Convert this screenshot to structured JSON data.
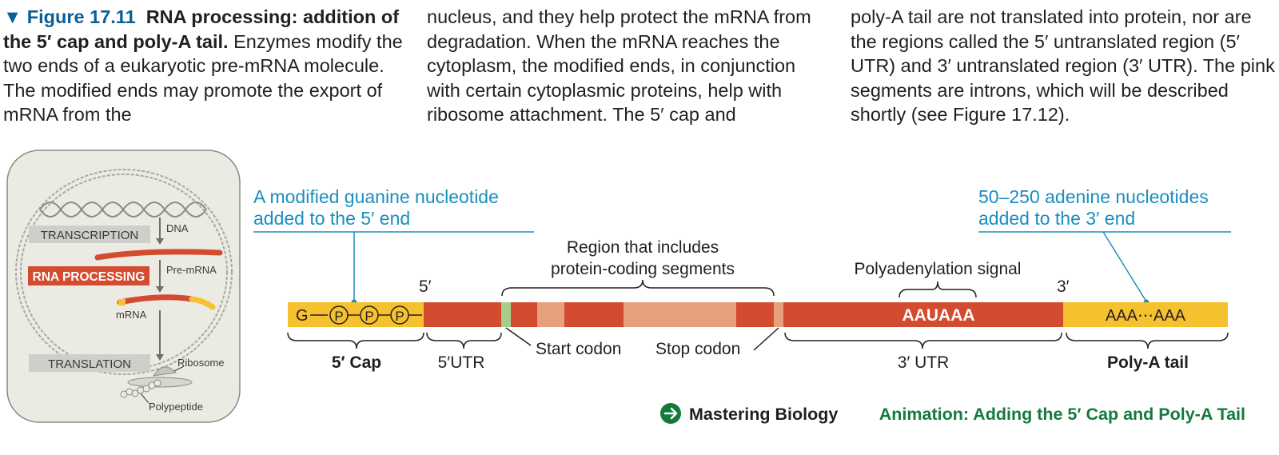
{
  "caption": {
    "figure_label": "▼ Figure 17.11",
    "title": "RNA processing: addition of the 5′ cap and poly-A tail.",
    "col1_rest": "Enzymes modify the two ends of a eukaryotic pre-mRNA molecule. The modified ends may promote the export of mRNA from the",
    "col2": "nucleus, and they help protect the mRNA from degradation. When the mRNA reaches the cytoplasm, the modified ends, in conjunction with certain cytoplasmic proteins, help with ribosome attachment. The 5′ cap and",
    "col3": "poly-A tail are not translated into protein, nor are the regions called the 5′ untranslated region (5′ UTR) and 3′ untranslated region (3′ UTR). The pink segments are introns, which will be described shortly (see Figure 17.12)."
  },
  "cell": {
    "transcription": "TRANSCRIPTION",
    "dna": "DNA",
    "pre_mrna": "Pre-mRNA",
    "rna_processing": "RNA PROCESSING",
    "mrna": "mRNA",
    "translation": "TRANSLATION",
    "ribosome": "Ribosome",
    "polypeptide": "Polypeptide"
  },
  "callouts": {
    "guanine_l1": "A modified guanine nucleotide",
    "guanine_l2": "added to the 5′ end",
    "adenine_l1": "50–250 adenine nucleotides",
    "adenine_l2": "added to the 3′ end"
  },
  "mrna_strand": {
    "g": "G",
    "p1": "P",
    "p2": "P",
    "p3": "P",
    "five_prime": "5′",
    "three_prime": "3′",
    "aauaaa": "AAUAAA",
    "polya_text": "AAA⋯AAA",
    "region_l1": "Region that includes",
    "region_l2": "protein-coding segments",
    "polyadenylation": "Polyadenylation signal",
    "start_codon": "Start codon",
    "stop_codon": "Stop codon",
    "cap_label": "5′ Cap",
    "utr5_label": "5′UTR",
    "utr3_label": "3′ UTR",
    "polya_label": "Poly-A tail"
  },
  "mastering": {
    "brand": "Mastering Biology",
    "link": "Animation: Adding the 5′ Cap and Poly-A Tail"
  },
  "colors": {
    "blue": "#0b5e96",
    "callout_blue": "#1b8ebf",
    "cap_yellow": "#f6c12f",
    "exon_red": "#d44c30",
    "intron_pink": "#e79f7c",
    "start_green": "#a6cf8c",
    "green": "#137a3c"
  }
}
